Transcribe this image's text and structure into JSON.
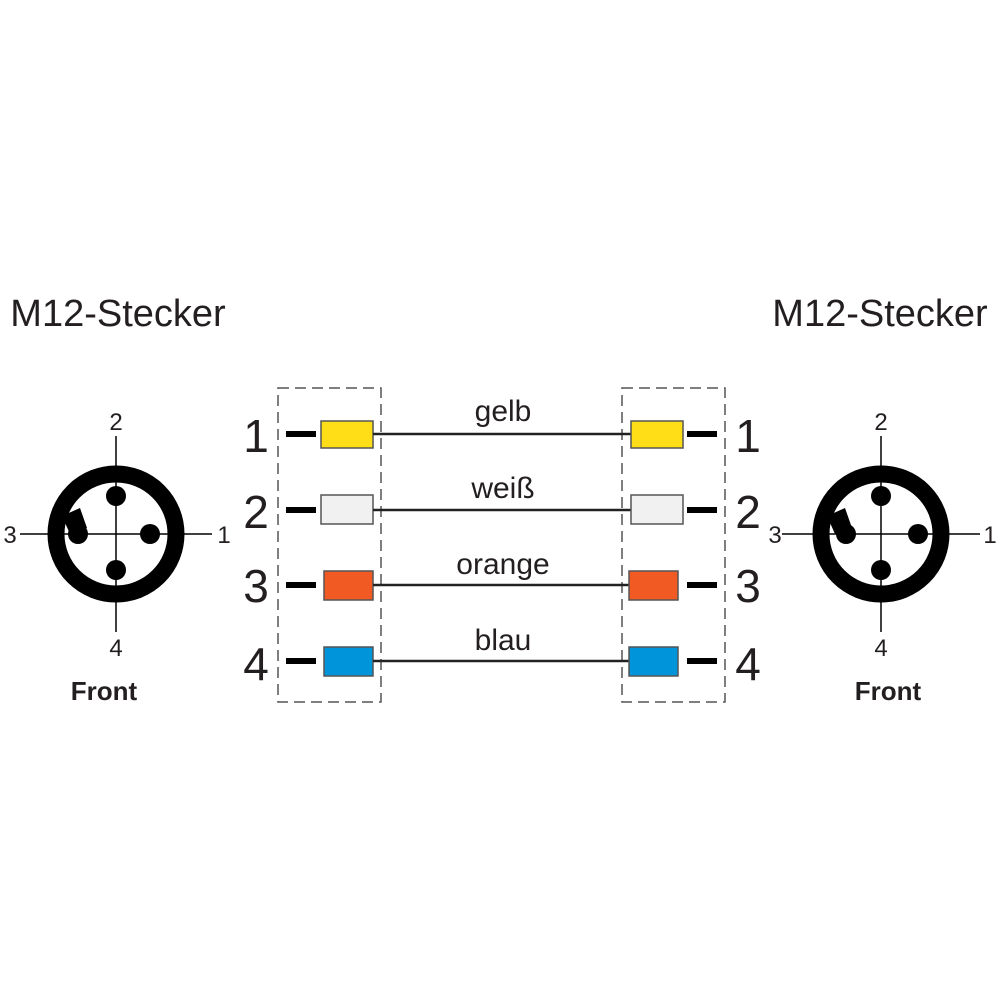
{
  "connectors": {
    "left": {
      "title": "M12-Stecker",
      "front_label": "Front",
      "pins": [
        "1",
        "2",
        "3",
        "4"
      ]
    },
    "right": {
      "title": "M12-Stecker",
      "front_label": "Front",
      "pins": [
        "1",
        "2",
        "3",
        "4"
      ]
    }
  },
  "wires": [
    {
      "pin_left": "1",
      "pin_right": "1",
      "label": "gelb",
      "color": "#ffde17"
    },
    {
      "pin_left": "2",
      "pin_right": "2",
      "label": "weiß",
      "color": "#f1f1f1"
    },
    {
      "pin_left": "3",
      "pin_right": "3",
      "label": "orange",
      "color": "#f15a22"
    },
    {
      "pin_left": "4",
      "pin_right": "4",
      "label": "blau",
      "color": "#0095da"
    }
  ]
}
